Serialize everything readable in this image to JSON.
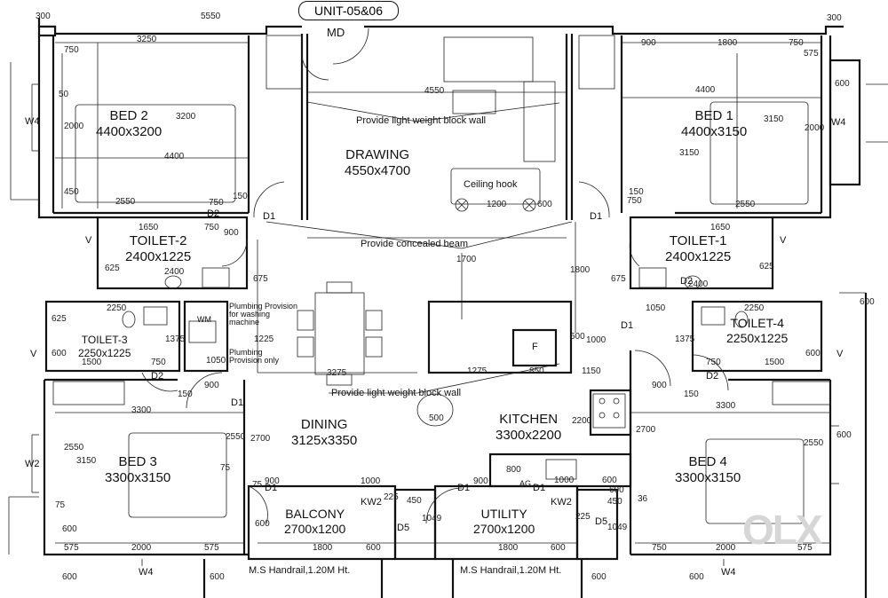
{
  "unit_label": "UNIT-05&06",
  "main_door": "MD",
  "rooms": {
    "bed2": {
      "name": "BED 2",
      "size": "4400x3200"
    },
    "bed1": {
      "name": "BED 1",
      "size": "4400x3150"
    },
    "drawing": {
      "name": "DRAWING",
      "size": "4550x4700"
    },
    "toilet2": {
      "name": "TOILET-2",
      "size": "2400x1225"
    },
    "toilet1": {
      "name": "TOILET-1",
      "size": "2400x1225"
    },
    "toilet3": {
      "name": "TOILET-3",
      "size": "2250x1225"
    },
    "toilet4": {
      "name": "TOILET-4",
      "size": "2250x1225"
    },
    "dining": {
      "name": "DINING",
      "size": "3125x3350"
    },
    "kitchen": {
      "name": "KITCHEN",
      "size": "3300x2200"
    },
    "bed3": {
      "name": "BED 3",
      "size": "3300x3150"
    },
    "bed4": {
      "name": "BED 4",
      "size": "3300x3150"
    },
    "balcony": {
      "name": "BALCONY",
      "size": "2700x1200"
    },
    "utility": {
      "name": "UTILITY",
      "size": "2700x1200"
    }
  },
  "notes": {
    "block_wall_top": "Provide light weight block wall",
    "ceiling_hook": "Ceiling hook",
    "concealed_beam": "Provide concealed beam",
    "block_wall_bottom": "Provide light weight block wall",
    "plumbing_washing": "Plumbing Provision for washing machine",
    "plumbing_only": "Plumbing Provision only",
    "handrail_left": "M.S Handrail,1.20M Ht.",
    "handrail_right": "M.S Handrail,1.20M Ht."
  },
  "tags": {
    "d1_a": "D1",
    "d1_b": "D1",
    "d1_c": "D1",
    "d1_d": "D1",
    "d1_e": "D1",
    "d1_f": "D1",
    "d1_g": "D1",
    "d2_a": "D2",
    "d2_b": "D2",
    "d2_c": "D2",
    "d2_d": "D2",
    "w4_a": "W4",
    "w4_b": "W4",
    "w4_c": "W4",
    "w4_d": "W4",
    "w2": "W2",
    "v_a": "V",
    "v_b": "V",
    "v_c": "V",
    "v_d": "V",
    "kw2_a": "KW2",
    "kw2_b": "KW2",
    "d5_a": "D5",
    "d5_b": "D5",
    "f": "F",
    "ag": "AG",
    "wm": "WM"
  },
  "dims": {
    "d300_tl": "300",
    "d5550": "5550",
    "d300_tr": "300",
    "d3250": "3250",
    "d900_t": "900",
    "d1800_t": "1800",
    "d750_tr": "750",
    "d575_r": "575",
    "d600_r1": "600",
    "d4550": "4550",
    "d4400_r": "4400",
    "d4400_l": "4400",
    "d2000_l": "2000",
    "d3200_l": "3200",
    "d750_l": "750",
    "d50": "50",
    "d450": "450",
    "d2550_l": "2550",
    "d2550_r": "2550",
    "d3150_r": "3150",
    "d3150_r2": "3150",
    "d2000_r": "2000",
    "d750_tl2": "750",
    "d150_a": "150",
    "d1650_l": "1650",
    "d750_l2": "750",
    "d900_l": "900",
    "d750_r2": "750",
    "d150_b": "150",
    "d1650_r": "1650",
    "d1200": "1200",
    "d600_c": "600",
    "d1700": "1700",
    "d1800_c": "1800",
    "d600_v": "600",
    "d1000_c": "1000",
    "d625_l": "625",
    "d2400_l": "2400",
    "d675_l": "675",
    "d675_r": "675",
    "d625_r": "625",
    "d2400_r": "2400",
    "d1050_r": "1050",
    "d2250_l": "2250",
    "d2250_r": "2250",
    "d625_l3": "625",
    "d600_l3": "600",
    "d1500_l": "1500",
    "d1375_l": "1375",
    "d1225": "1225",
    "d1050_l": "1050",
    "d750_l4": "750",
    "d150_c": "150",
    "d900_l4": "900",
    "d3275": "3275",
    "d1275": "1275",
    "d850": "850",
    "d1150": "1150",
    "d900_r4": "900",
    "d150_d": "150",
    "d750_r4": "750",
    "d1375_r": "1375",
    "d600_r4": "600",
    "d1500_r": "1500",
    "d500": "500",
    "d3300_l": "3300",
    "d3300_r": "3300",
    "d2550_l5": "2550",
    "d3150_l5": "3150",
    "d2550_b3": "2550",
    "d75_a": "75",
    "d2700_l": "2700",
    "d2200": "2200",
    "d2700_r": "2700",
    "d2550_b4": "2550",
    "d600_r5": "600",
    "d800": "800",
    "d1000_k": "1000",
    "d600_k": "600",
    "d900_b": "900",
    "d1000_b": "1000",
    "d900_u": "900",
    "d600_u": "600",
    "d75_b": "75",
    "d75_c": "75",
    "d600_bal": "600",
    "d225_a": "225",
    "d450_a": "450",
    "d1049_a": "1049",
    "d225_b": "225",
    "d450_b": "450",
    "d1049_b": "1049",
    "d36": "36",
    "d600_l6": "600",
    "d575_l6": "575",
    "d2000_b3": "2000",
    "d575_b3": "575",
    "d1800_bal": "1800",
    "d600_b1": "600",
    "d1800_ut": "1800",
    "d600_b2": "600",
    "d750_b4": "750",
    "d2000_b4": "2000",
    "d575_b4": "575",
    "d600_bb1": "600",
    "d600_bb2": "600",
    "d600_bb3": "600",
    "d600_bb4": "600",
    "d600_wr": "600"
  }
}
